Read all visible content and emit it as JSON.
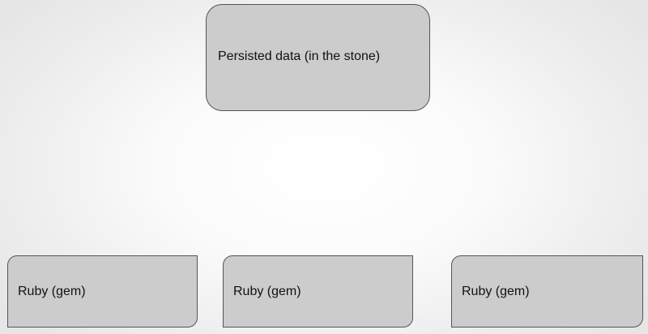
{
  "diagram": {
    "top_node": {
      "label": "Persisted data (in the stone)"
    },
    "bottom_nodes": [
      {
        "label": "Ruby (gem)"
      },
      {
        "label": "Ruby (gem)"
      },
      {
        "label": "Ruby (gem)"
      }
    ]
  },
  "colors": {
    "node_fill": "#cccccc",
    "node_border": "#555555",
    "text": "#111111"
  }
}
